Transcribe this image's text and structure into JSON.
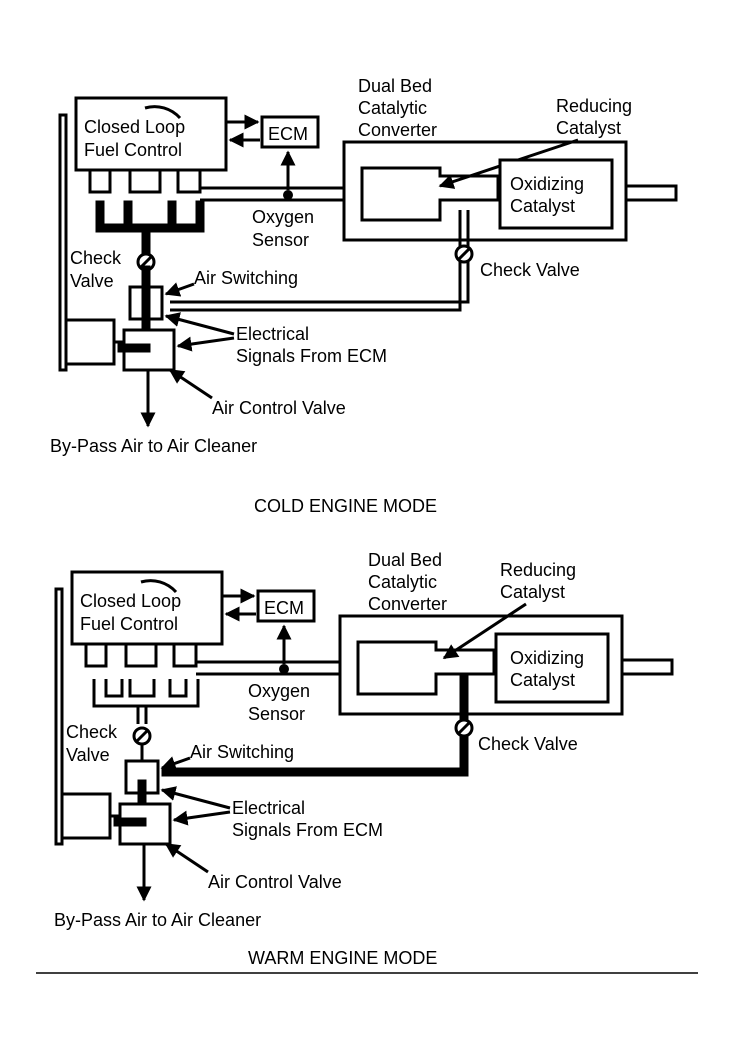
{
  "diagrams": [
    {
      "mode_caption": "COLD ENGINE MODE",
      "labels": {
        "fuel_control_line1": "Closed Loop",
        "fuel_control_line2": "Fuel Control",
        "ecm": "ECM",
        "converter_line1": "Dual Bed",
        "converter_line2": "Catalytic",
        "converter_line3": "Converter",
        "reducing_line1": "Reducing",
        "reducing_line2": "Catalyst",
        "oxidizing_line1": "Oxidizing",
        "oxidizing_line2": "Catalyst",
        "oxygen_line1": "Oxygen",
        "oxygen_line2": "Sensor",
        "check_valve_left_line1": "Check",
        "check_valve_left_line2": "Valve",
        "check_valve_right": "Check Valve",
        "air_switching": "Air Switching",
        "signals_line1": "Electrical",
        "signals_line2": "Signals From ECM",
        "air_control_valve": "Air Control Valve",
        "bypass": "By-Pass Air to Air Cleaner"
      }
    },
    {
      "mode_caption": "WARM ENGINE MODE",
      "labels": {
        "fuel_control_line1": "Closed Loop",
        "fuel_control_line2": "Fuel Control",
        "ecm": "ECM",
        "converter_line1": "Dual Bed",
        "converter_line2": "Catalytic",
        "converter_line3": "Converter",
        "reducing_line1": "Reducing",
        "reducing_line2": "Catalyst",
        "oxidizing_line1": "Oxidizing",
        "oxidizing_line2": "Catalyst",
        "oxygen_line1": "Oxygen",
        "oxygen_line2": "Sensor",
        "check_valve_left_line1": "Check",
        "check_valve_left_line2": "Valve",
        "check_valve_right": "Check Valve",
        "air_switching": "Air Switching",
        "signals_line1": "Electrical",
        "signals_line2": "Signals From ECM",
        "air_control_valve": "Air Control Valve",
        "bypass": "By-Pass Air to Air Cleaner"
      }
    }
  ]
}
